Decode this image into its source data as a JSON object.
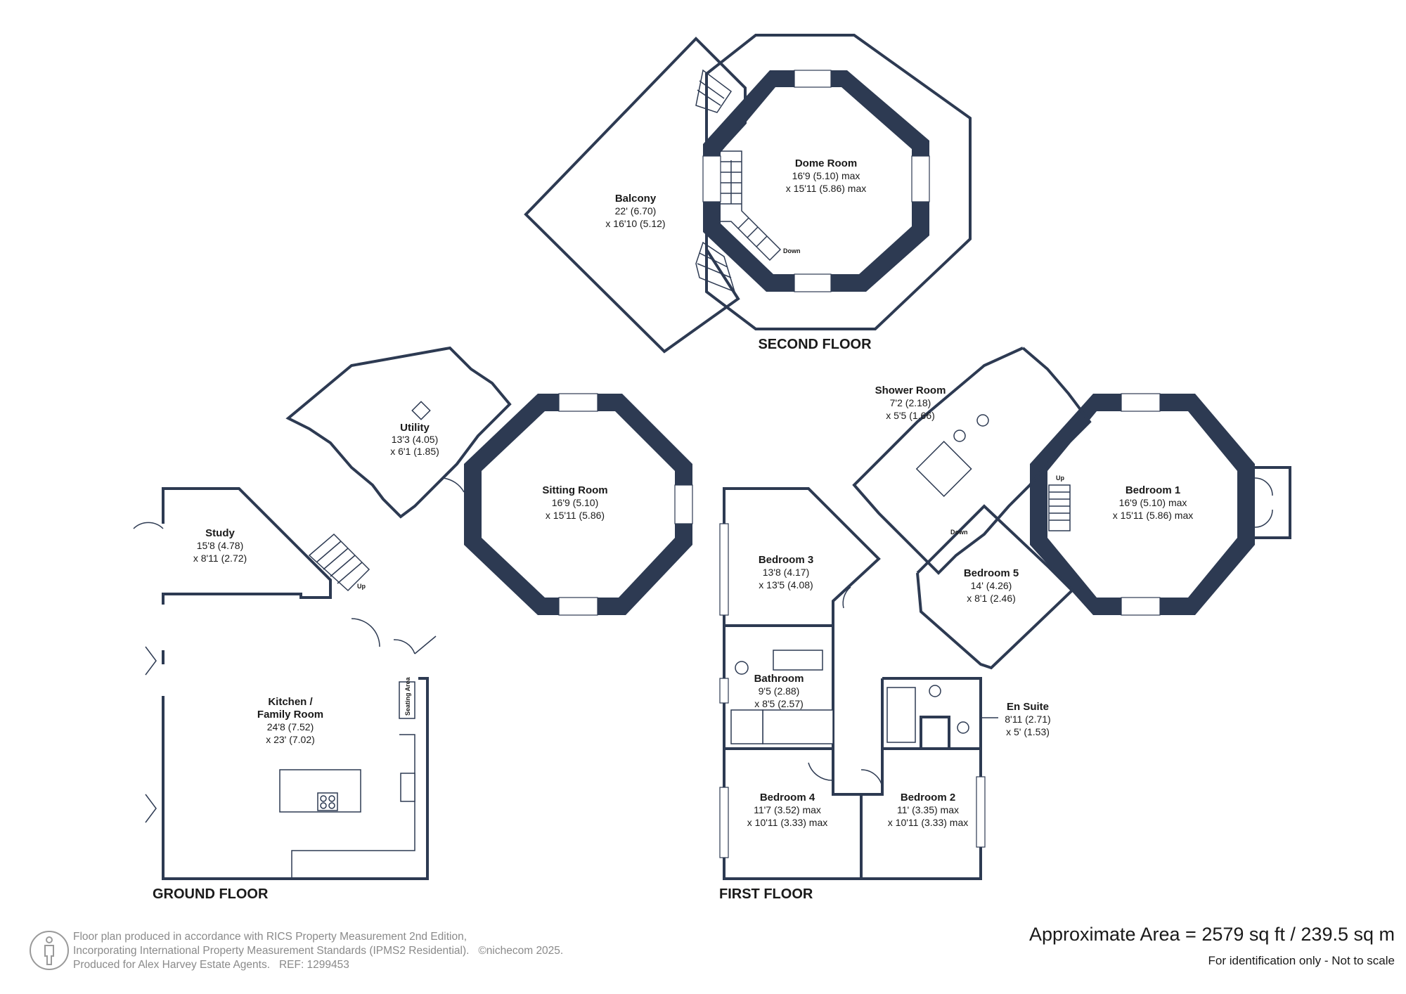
{
  "floors": {
    "second": "SECOND FLOOR",
    "ground": "GROUND FLOOR",
    "first": "FIRST FLOOR"
  },
  "rooms": {
    "balcony": {
      "name": "Balcony",
      "dim1": "22' (6.70)",
      "dim2": "x 16'10 (5.12)"
    },
    "dome_room": {
      "name": "Dome Room",
      "dim1": "16'9 (5.10) max",
      "dim2": "x 15'11 (5.86) max"
    },
    "utility": {
      "name": "Utility",
      "dim1": "13'3 (4.05)",
      "dim2": "x 6'1 (1.85)"
    },
    "sitting_room": {
      "name": "Sitting Room",
      "dim1": "16'9 (5.10)",
      "dim2": "x 15'11 (5.86)"
    },
    "study": {
      "name": "Study",
      "dim1": "15'8 (4.78)",
      "dim2": "x 8'11 (2.72)"
    },
    "kitchen": {
      "name1": "Kitchen /",
      "name2": "Family Room",
      "dim1": "24'8 (7.52)",
      "dim2": "x 23' (7.02)"
    },
    "shower_room": {
      "name": "Shower Room",
      "dim1": "7'2 (2.18)",
      "dim2": "x 5'5 (1.66)"
    },
    "bedroom1": {
      "name": "Bedroom 1",
      "dim1": "16'9 (5.10) max",
      "dim2": "x 15'11 (5.86) max"
    },
    "bedroom3": {
      "name": "Bedroom 3",
      "dim1": "13'8 (4.17)",
      "dim2": "x 13'5 (4.08)"
    },
    "bedroom5": {
      "name": "Bedroom 5",
      "dim1": "14' (4.26)",
      "dim2": "x 8'1 (2.46)"
    },
    "bathroom": {
      "name": "Bathroom",
      "dim1": "9'5 (2.88)",
      "dim2": "x 8'5 (2.57)"
    },
    "en_suite": {
      "name": "En Suite",
      "dim1": "8'11 (2.71)",
      "dim2": "x 5' (1.53)"
    },
    "bedroom4": {
      "name": "Bedroom 4",
      "dim1": "11'7 (3.52) max",
      "dim2": "x 10'11 (3.33) max"
    },
    "bedroom2": {
      "name": "Bedroom 2",
      "dim1": "11' (3.35) max",
      "dim2": "x 10'11 (3.33) max"
    }
  },
  "annotations": {
    "down": "Down",
    "up": "Up",
    "seating_area": "Seating Area"
  },
  "footer": {
    "line1": "Floor plan produced in accordance with RICS Property Measurement 2nd Edition,",
    "line2": "Incorporating International Property Measurement Standards (IPMS2 Residential).",
    "copyright": "©nichecom 2025.",
    "line3": "Produced for Alex Harvey Estate Agents.",
    "ref": "REF:  1299453",
    "area": "Approximate Area = 2579 sq ft / 239.5 sq m",
    "disclaimer": "For identification only - Not to scale"
  },
  "icons": {
    "person": "person-icon"
  },
  "colors": {
    "wall": "#2d3a52",
    "footer_text": "#8a8a8a"
  }
}
